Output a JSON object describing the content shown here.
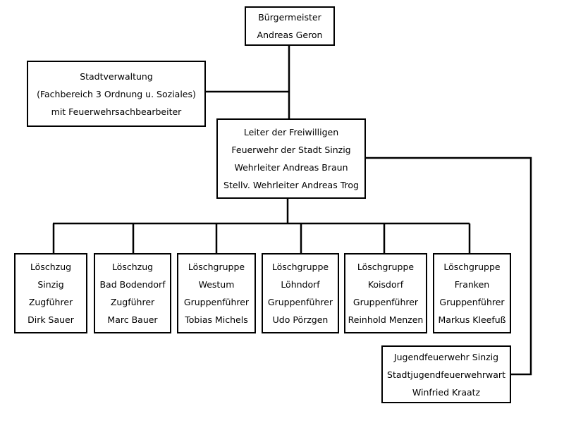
{
  "mayor": {
    "lines": [
      "Bürgermeister",
      "Andreas Geron"
    ]
  },
  "administration": {
    "lines": [
      "Stadtverwaltung",
      "(Fachbereich 3 Ordnung u. Soziales)",
      "mit Feuerwehrsachbearbeiter"
    ]
  },
  "fire_chief": {
    "lines": [
      "Leiter der Freiwilligen",
      "Feuerwehr der Stadt Sinzig",
      "Wehrleiter Andreas Braun",
      "Stellv. Wehrleiter Andreas Trog"
    ]
  },
  "units": [
    {
      "lines": [
        "Löschzug",
        "Sinzig",
        "Zugführer",
        "Dirk Sauer"
      ]
    },
    {
      "lines": [
        "Löschzug",
        "Bad Bodendorf",
        "Zugführer",
        "Marc Bauer"
      ]
    },
    {
      "lines": [
        "Löschgruppe",
        "Westum",
        "Gruppenführer",
        "Tobias Michels"
      ]
    },
    {
      "lines": [
        "Löschgruppe",
        "Löhndorf",
        "Gruppenführer",
        "Udo Pörzgen"
      ]
    },
    {
      "lines": [
        "Löschgruppe",
        "Koisdorf",
        "Gruppenführer",
        "Reinhold Menzen"
      ]
    },
    {
      "lines": [
        "Löschgruppe",
        "Franken",
        "Gruppenführer",
        "Markus Kleefuß"
      ]
    }
  ],
  "youth": {
    "lines": [
      "Jugendfeuerwehr Sinzig",
      "Stadtjugendfeuerwehrwart",
      "Winfried Kraatz"
    ]
  }
}
